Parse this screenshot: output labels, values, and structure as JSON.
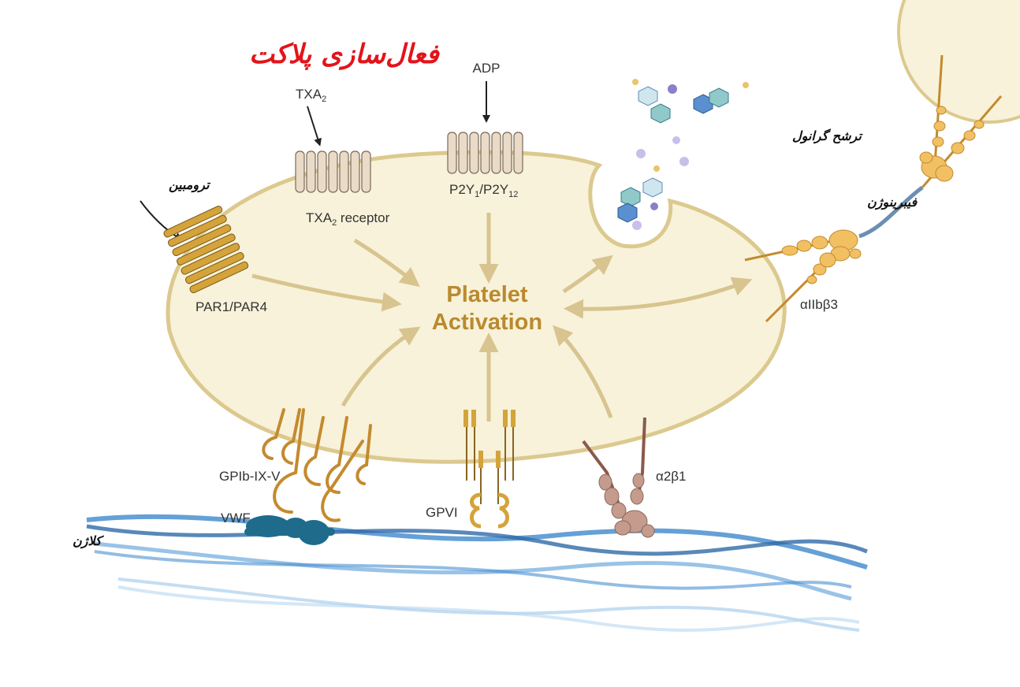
{
  "title": "فعال‌سازی پلاکت",
  "center_label": {
    "line1": "Platelet",
    "line2": "Activation"
  },
  "agonists": {
    "thrombin": "ترومبین",
    "txa2_main": "TXA",
    "txa2_sub": "2",
    "adp": "ADP"
  },
  "receptors": {
    "par": "PAR1/PAR4",
    "txa2_receptor_main": "TXA",
    "txa2_receptor_sub": "2",
    "txa2_receptor_rest": " receptor",
    "p2y": {
      "a": "P2Y",
      "a_sub": "1",
      "sep": "/P2Y",
      "b_sub": "12"
    },
    "gpib": "GPIb-IX-V",
    "vwf": "VWF",
    "gpvi": "GPVI",
    "a2b1": "α2β1",
    "aiib": "αIIbβ3"
  },
  "labels": {
    "granule_secretion": "ترشح گرانول",
    "fibrinogen": "فیبرینوژن",
    "collagen": "کلاژن"
  },
  "colors": {
    "platelet_fill": "#f8f2da",
    "platelet_stroke": "#dcc98e",
    "arrow": "#d8c48f",
    "receptor_gold": "#d4a33a",
    "receptor_light": "#eadbc8",
    "collagen_blue": "#3b7fc0",
    "title_red": "#e3141a",
    "center_text": "#b98a2e",
    "a2b1_pink": "#c49b8c",
    "vwf_teal": "#1f6b8c"
  }
}
